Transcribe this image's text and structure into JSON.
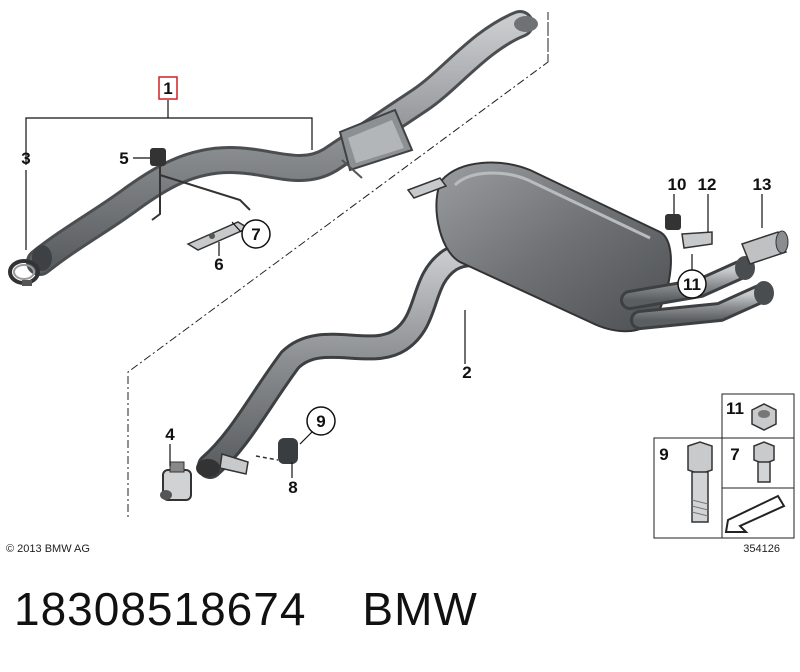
{
  "callouts": {
    "c1": "1",
    "c2": "2",
    "c3": "3",
    "c4": "4",
    "c5": "5",
    "c6": "6",
    "c7": "7",
    "c8": "8",
    "c9": "9",
    "c10": "10",
    "c11": "11",
    "c12": "12",
    "c13": "13"
  },
  "legend": {
    "bolt": "9",
    "screw": "7",
    "nut": "11"
  },
  "copyright": "© 2013 BMW AG",
  "image_number": "354126",
  "caption": {
    "part_number": "18308518674",
    "brand": "BMW"
  }
}
